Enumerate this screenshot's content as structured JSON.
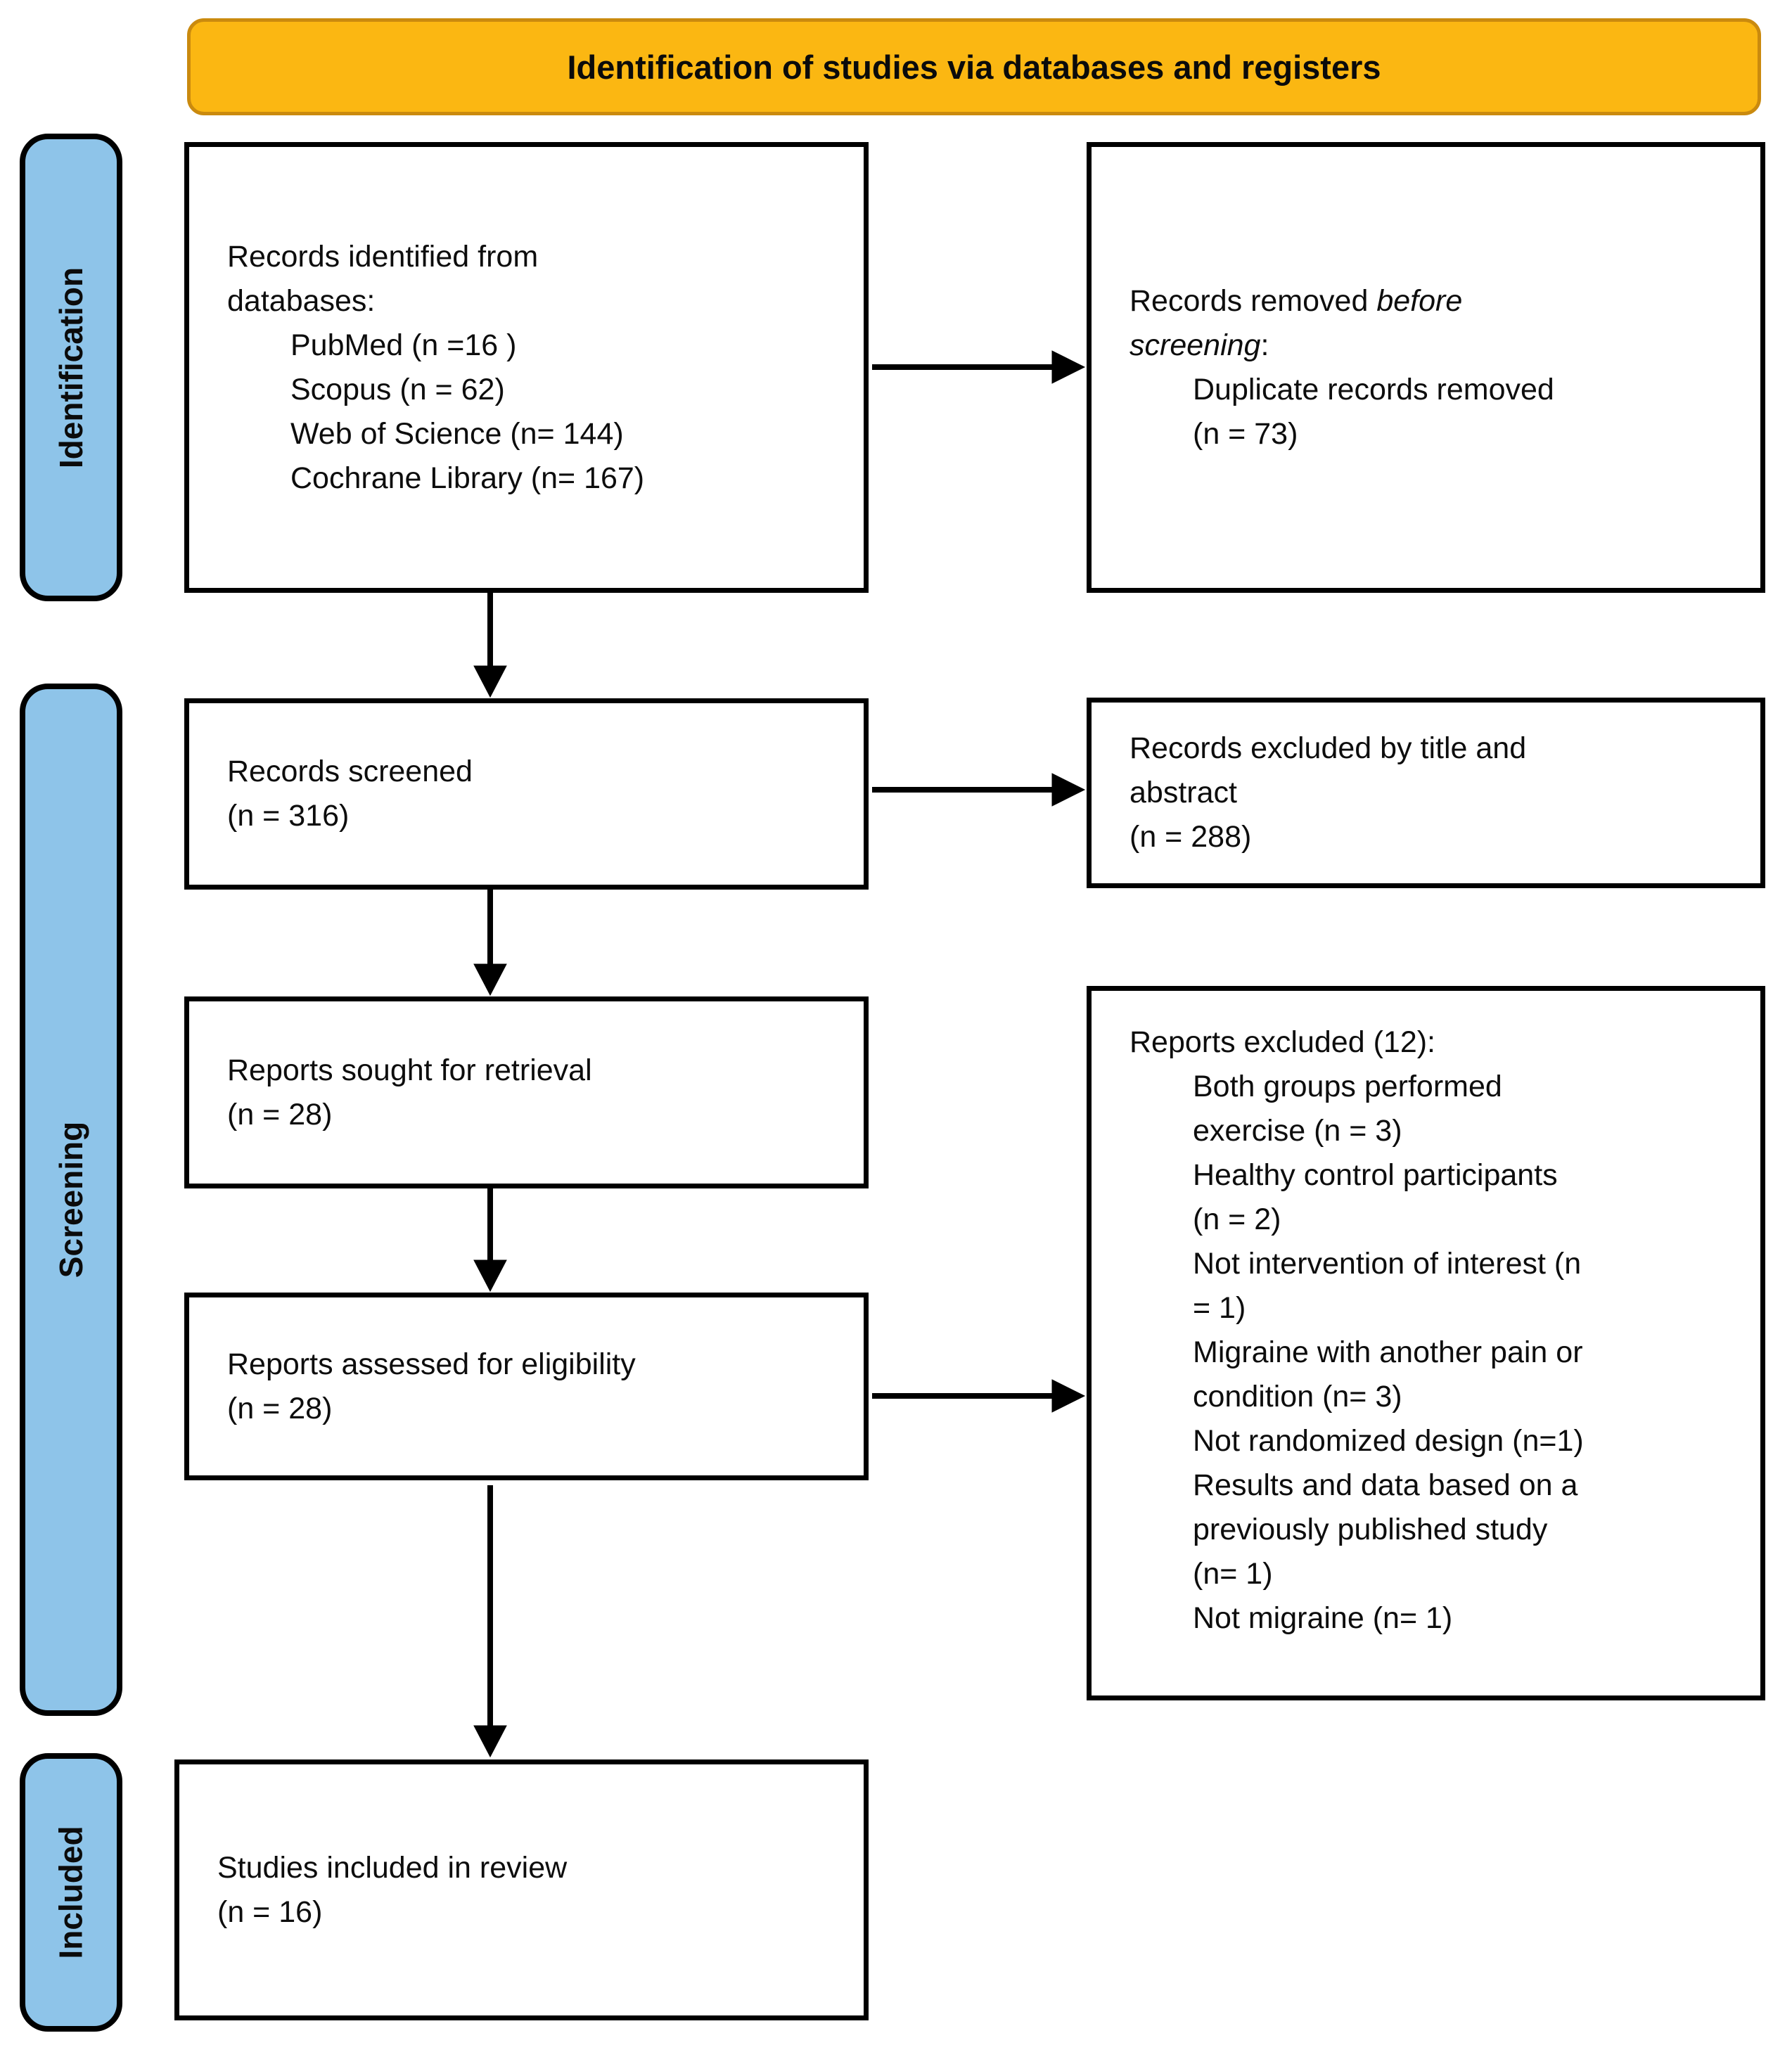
{
  "banner": {
    "title": "Identification of studies via databases and registers"
  },
  "sidebar": {
    "labels": [
      {
        "id": "identification",
        "label": "Identification"
      },
      {
        "id": "screening",
        "label": "Screening"
      },
      {
        "id": "included",
        "label": "Included"
      }
    ]
  },
  "boxes": {
    "records_identified": {
      "lines": [
        {
          "indent": 0,
          "text": "Records identified from"
        },
        {
          "indent": 0,
          "text": "databases:"
        },
        {
          "indent": 1,
          "text": "PubMed (n =16 )"
        },
        {
          "indent": 1,
          "text": "Scopus (n = 62)"
        },
        {
          "indent": 1,
          "text": "Web of Science (n= 144)"
        },
        {
          "indent": 1,
          "text": "Cochrane Library (n= 167)"
        }
      ]
    },
    "records_removed": {
      "lines": [
        {
          "indent": 0,
          "runs": [
            {
              "text": "Records removed "
            },
            {
              "text": "before",
              "italic": true
            }
          ]
        },
        {
          "indent": 0,
          "runs": [
            {
              "text": "screening",
              "italic": true
            },
            {
              "text": ":"
            }
          ]
        },
        {
          "indent": 1,
          "text": "Duplicate records removed"
        },
        {
          "indent": 1,
          "text": "(n = 73)"
        }
      ]
    },
    "records_screened": {
      "lines": [
        {
          "indent": 0,
          "text": "Records screened"
        },
        {
          "indent": 0,
          "text": "(n = 316)"
        }
      ]
    },
    "records_excluded": {
      "lines": [
        {
          "indent": 0,
          "text": "Records excluded by title and"
        },
        {
          "indent": 0,
          "text": "abstract"
        },
        {
          "indent": 0,
          "text": "(n = 288)"
        }
      ]
    },
    "reports_sought": {
      "lines": [
        {
          "indent": 0,
          "text": "Reports sought for retrieval"
        },
        {
          "indent": 0,
          "text": "(n = 28)"
        }
      ]
    },
    "reports_assessed": {
      "lines": [
        {
          "indent": 0,
          "text": "Reports assessed for eligibility"
        },
        {
          "indent": 0,
          "text": "(n = 28)"
        }
      ]
    },
    "reports_excluded": {
      "lines": [
        {
          "indent": 0,
          "text": "Reports excluded (12):"
        },
        {
          "indent": 1,
          "text": "Both groups performed"
        },
        {
          "indent": 1,
          "text": "exercise (n = 3)"
        },
        {
          "indent": 1,
          "text": "Healthy control participants"
        },
        {
          "indent": 1,
          "text": "(n = 2)"
        },
        {
          "indent": 1,
          "text": "Not intervention of interest (n"
        },
        {
          "indent": 1,
          "text": "= 1)"
        },
        {
          "indent": 1,
          "text": "Migraine with another pain or"
        },
        {
          "indent": 1,
          "text": "condition (n= 3)"
        },
        {
          "indent": 1,
          "text": "Not randomized design (n=1)"
        },
        {
          "indent": 1,
          "text": "Results and data based on a"
        },
        {
          "indent": 1,
          "text": "previously published study"
        },
        {
          "indent": 1,
          "text": "(n= 1)"
        },
        {
          "indent": 1,
          "text": "Not migraine (n= 1)"
        }
      ]
    },
    "studies_included": {
      "lines": [
        {
          "indent": 0,
          "text": "Studies included in review"
        },
        {
          "indent": 0,
          "text": "(n = 16)"
        }
      ]
    }
  },
  "colors": {
    "banner_fill": "#FBB712",
    "banner_border": "#CA8A0E",
    "sidebar_fill": "#8EC4E9",
    "arrow": "#000000"
  }
}
